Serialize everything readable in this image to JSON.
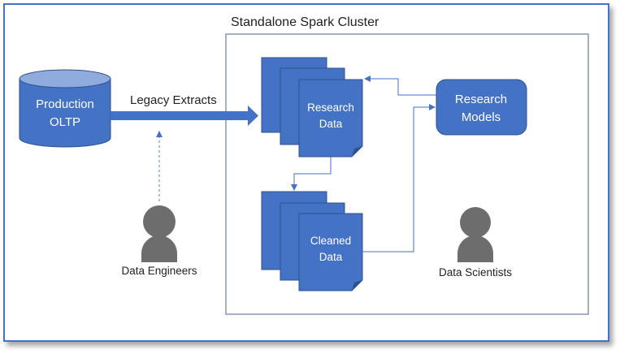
{
  "colors": {
    "frame_border": "#4472c4",
    "shape_fill": "#4472c4",
    "shape_stroke": "#2f528f",
    "cylinder_top": "#8faadc",
    "connector": "#4472c4",
    "cluster_border": "#8497b0",
    "person": "#6d6d6d",
    "text_dark": "#222222",
    "text_light": "#ffffff"
  },
  "cluster": {
    "title": "Standalone Spark Cluster"
  },
  "nodes": {
    "production_oltp": {
      "line1": "Production",
      "line2": "OLTP"
    },
    "research_data": {
      "line1": "Research",
      "line2": "Data"
    },
    "cleaned_data": {
      "line1": "Cleaned",
      "line2": "Data"
    },
    "research_models": {
      "line1": "Research",
      "line2": "Models"
    }
  },
  "edges": {
    "legacy_extracts": {
      "label": "Legacy Extracts"
    }
  },
  "actors": {
    "data_engineers": {
      "label": "Data Engineers"
    },
    "data_scientists": {
      "label": "Data Scientists"
    }
  }
}
